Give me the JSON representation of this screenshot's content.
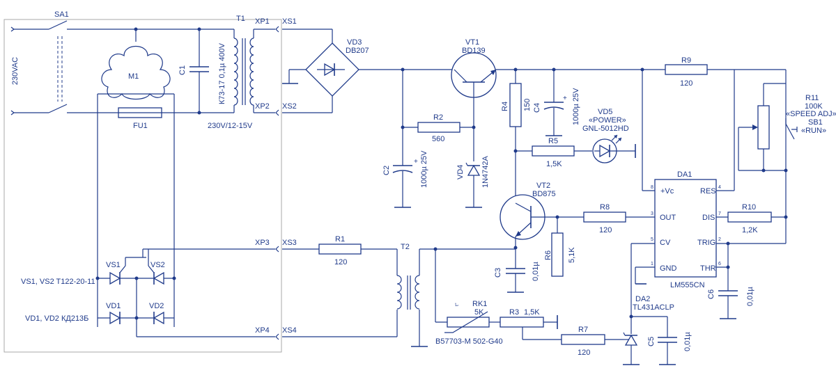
{
  "colors": {
    "wire": "#1f3a8a",
    "panel": "#a9a9a9",
    "background": "#ffffff"
  },
  "mains": {
    "label": "230VAC"
  },
  "switches": {
    "sa1": "SA1",
    "sb1": "SB1",
    "sb1_note": "«RUN»"
  },
  "motor": {
    "label": "M1"
  },
  "fuse": {
    "label": "FU1"
  },
  "capacitors": {
    "c1": "C1",
    "c1_value": "К73-17 0,1µ 400V",
    "c2": "C2",
    "c2_value": "1000µ 25V",
    "c3": "C3",
    "c3_value": "0,01µ",
    "c4": "C4",
    "c4_value": "1000µ 25V",
    "c5": "C5",
    "c5_value": "0,01µ",
    "c6": "C6",
    "c6_value": "0,01µ"
  },
  "transformers": {
    "t1": "T1",
    "t1_rating": "230V/12-15V",
    "t2": "T2"
  },
  "connectors": {
    "xp1": "XP1",
    "xs1": "XS1",
    "xp2": "XP2",
    "xs2": "XS2",
    "xp3": "XP3",
    "xs3": "XS3",
    "xp4": "XP4",
    "xs4": "XS4"
  },
  "diodes": {
    "vd3": "VD3",
    "vd3_part": "DB207",
    "vd4": "VD4",
    "vd4_part": "1N4742A",
    "vd1": "VD1",
    "vd2": "VD2",
    "vd12_note": "VD1, VD2 КД213Б",
    "vd5": "VD5",
    "vd5_note": "«POWER»",
    "vd5_part": "GNL-5012HD"
  },
  "thyristors": {
    "vs1": "VS1",
    "vs2": "VS2",
    "note": "VS1, VS2 T122-20-11"
  },
  "transistors": {
    "vt1": "VT1",
    "vt1_part": "BD139",
    "vt2": "VT2",
    "vt2_part": "BD875"
  },
  "resistors": {
    "r1": "R1",
    "r1_value": "120",
    "r2": "R2",
    "r2_value": "560",
    "r3": "R3",
    "r3_value": "1,5K",
    "r4": "R4",
    "r4_value": "150",
    "r5": "R5",
    "r5_value": "1,5K",
    "r6": "R6",
    "r6_value": "5,1K",
    "r7": "R7",
    "r7_value": "120",
    "r8": "R8",
    "r8_value": "120",
    "r9": "R9",
    "r9_value": "120",
    "r10": "R10",
    "r10_value": "1,2K",
    "r11": "R11",
    "r11_value": "100K",
    "r11_note": "«SPEED ADJ»"
  },
  "thermistor": {
    "label": "RK1",
    "value": "5K",
    "part": "B57703-M 502-G40",
    "t_mark": "t°"
  },
  "ic_da1": {
    "label": "DA1",
    "part": "LM555CN",
    "pins_left": [
      {
        "num": "8",
        "name": "+Vc"
      },
      {
        "num": "3",
        "name": "OUT"
      },
      {
        "num": "5",
        "name": "CV"
      },
      {
        "num": "1",
        "name": "GND"
      }
    ],
    "pins_right": [
      {
        "num": "4",
        "name": "RES"
      },
      {
        "num": "7",
        "name": "DIS"
      },
      {
        "num": "2",
        "name": "TRIG"
      },
      {
        "num": "6",
        "name": "THR"
      }
    ]
  },
  "ic_da2": {
    "label": "DA2",
    "part": "TL431ACLP"
  }
}
